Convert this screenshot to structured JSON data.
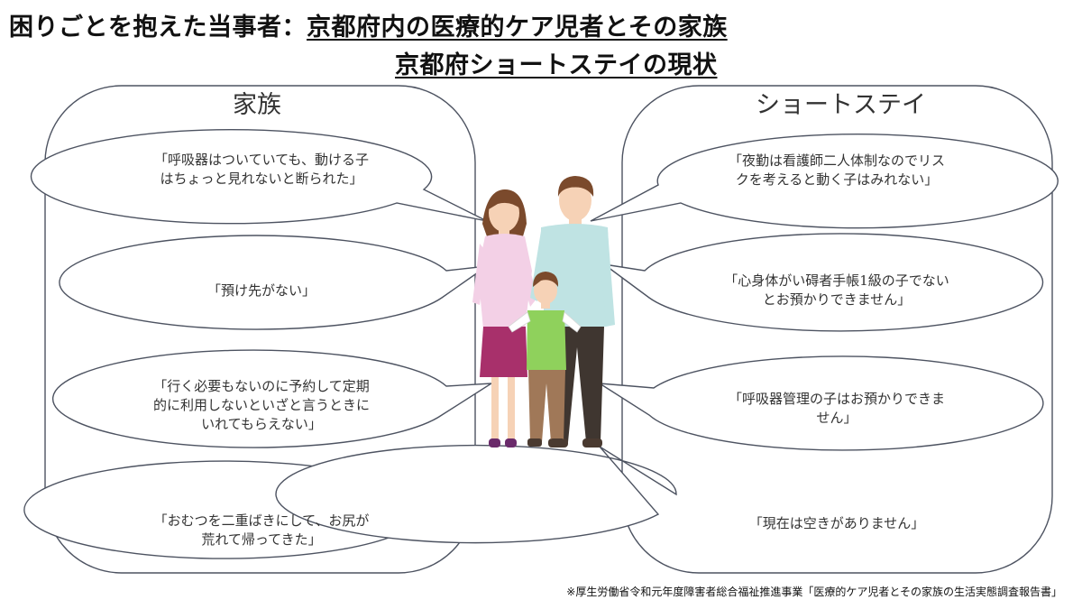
{
  "title": {
    "prefix": "困りごとを抱えた当事者：",
    "line1_underlined": "京都府内の医療的ケア児者とその家族",
    "line2_underlined": "京都府ショートステイの現状"
  },
  "panels": {
    "family": {
      "heading": "家族",
      "quotes": [
        "「呼吸器はついていても、動ける子\nはちょっと見れないと断られた」",
        "「預け先がない」",
        "「行く必要もないのに予約して定期\n的に利用しないといざと言うときに\nいれてもらえない」",
        "「おむつを二重ばきにして、お尻が\n荒れて帰ってきた」"
      ]
    },
    "short_stay": {
      "heading": "ショートステイ",
      "quotes": [
        "「夜勤は看護師二人体制なのでリス\nクを考えると動く子はみれない」",
        "「心身体がい碍者手帳1級の子でない\nとお預かりできません」",
        "「呼吸器管理の子はお預かりできま\nせん」",
        "「現在は空きがありません」"
      ]
    }
  },
  "footnote": "※厚生労働省令和元年度障害者総合福祉推進事業「医療的ケア児者とその家族の生活実態調査報告書」",
  "colors": {
    "stroke": "#4d5361",
    "woman_top": "#f3d0e6",
    "woman_skirt": "#a8306b",
    "man_shirt": "#bfe3e3",
    "man_pants": "#3f3630",
    "child_shirt": "#8fd15c",
    "child_pants": "#a07858",
    "hair": "#7b4a2c",
    "skin": "#f6d2b6"
  }
}
